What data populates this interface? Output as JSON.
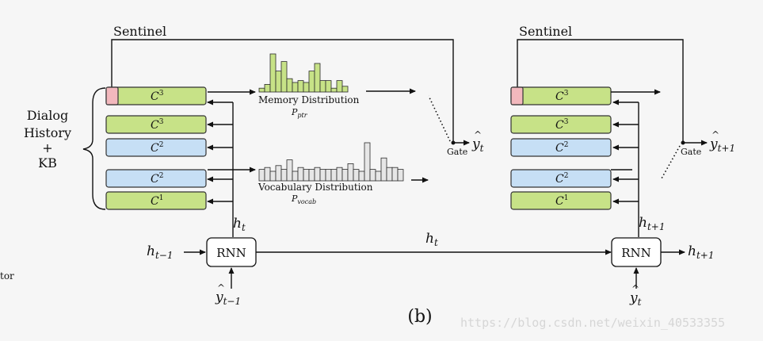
{
  "labels": {
    "sentinel_left": "Sentinel",
    "sentinel_right": "Sentinel",
    "dialog_history": "Dialog",
    "history": "History",
    "plus": "+",
    "kb": "KB",
    "memory_distribution": "Memory Distribution",
    "p_ptr_main": "P",
    "p_ptr_sub": "ptr",
    "vocabulary_distribution": "Vocabulary Distribution",
    "p_vocab_main": "P",
    "p_vocab_sub": "vocab",
    "gate_left": "Gate",
    "gate_right": "Gate",
    "rnn_left": "RNN",
    "rnn_right": "RNN",
    "caption": "(b)",
    "edge_cut_text": "tor",
    "watermark": "https://blog.csdn.net/weixin_40533355"
  },
  "math": {
    "h": "h",
    "t": "t",
    "t_minus_1": "t−1",
    "t_plus_1": "t+1",
    "y": "y",
    "hat": "^"
  },
  "memory_cells_left": [
    {
      "main": "C",
      "sup": "3",
      "color": "#c7e287"
    },
    {
      "main": "C",
      "sup": "3",
      "color": "#c7e287"
    },
    {
      "main": "C",
      "sup": "2",
      "color": "#c6dff5"
    },
    {
      "main": "C",
      "sup": "2",
      "color": "#c6dff5"
    },
    {
      "main": "C",
      "sup": "1",
      "color": "#c7e287"
    }
  ],
  "memory_cells_right": [
    {
      "main": "C",
      "sup": "3",
      "color": "#c7e287"
    },
    {
      "main": "C",
      "sup": "3",
      "color": "#c7e287"
    },
    {
      "main": "C",
      "sup": "2",
      "color": "#c6dff5"
    },
    {
      "main": "C",
      "sup": "2",
      "color": "#c6dff5"
    },
    {
      "main": "C",
      "sup": "1",
      "color": "#c7e287"
    }
  ],
  "sentinel_slot_color": "#f2b8bd",
  "memory_distribution_bars": [
    0.1,
    0.2,
    1.0,
    0.55,
    0.8,
    0.35,
    0.25,
    0.3,
    0.25,
    0.55,
    0.75,
    0.3,
    0.3,
    0.1,
    0.3,
    0.15
  ],
  "vocabulary_distribution_bars": [
    0.3,
    0.35,
    0.25,
    0.4,
    0.3,
    0.55,
    0.25,
    0.35,
    0.3,
    0.3,
    0.35,
    0.3,
    0.3,
    0.3,
    0.35,
    0.3,
    0.45,
    0.3,
    0.25,
    1.0,
    0.3,
    0.25,
    0.6,
    0.35,
    0.35,
    0.3
  ]
}
